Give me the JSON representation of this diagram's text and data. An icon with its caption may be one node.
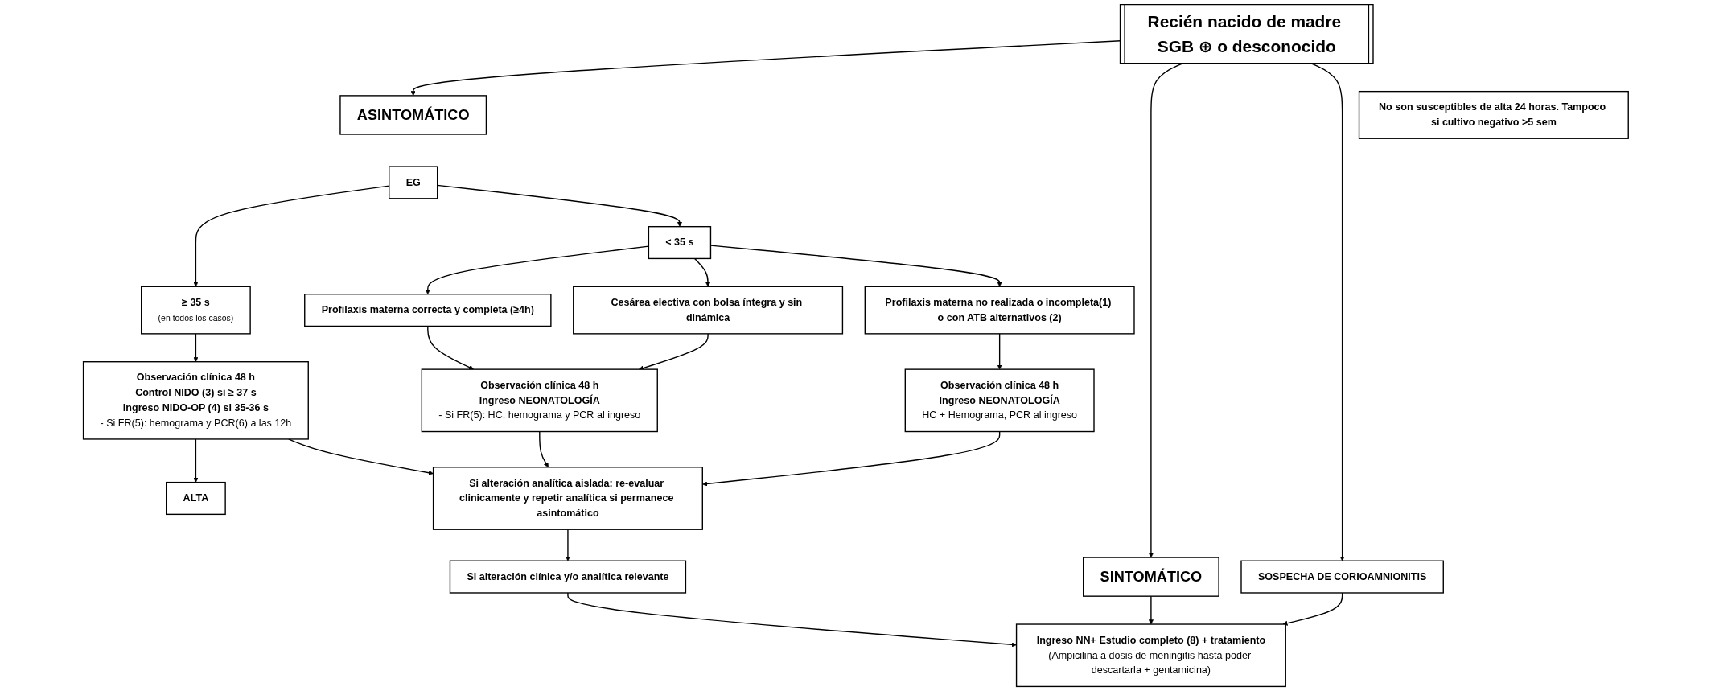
{
  "diagram": {
    "nodes": [
      {
        "text": [
          "Recién nacido de madre SGB ⊕ o desconocido"
        ]
      },
      {
        "text": [
          "No son susceptibles de alta 24 horas. Tampoco si cultivo negativo >5 sem"
        ]
      },
      {
        "text": [
          "ASINTOMÁTICO"
        ]
      },
      {
        "text": [
          "SINTOMÁTICO"
        ]
      },
      {
        "text": [
          "≥ 35 s",
          "(en todos los casos)"
        ]
      },
      {
        "text": [
          "EG"
        ]
      },
      {
        "text": [
          "< 35 s"
        ]
      },
      {
        "text": [
          "Profilaxis materna correcta y completa (≥4h)"
        ]
      },
      {
        "text": [
          "Cesárea electiva con bolsa íntegra y sin dinámica"
        ]
      },
      {
        "text": [
          "Profilaxis materna no realizada o incompleta(1) o con ATB alternativos (2)"
        ]
      },
      {
        "text": [
          "SOSPECHA DE CORIOAMNIONITIS"
        ]
      },
      {
        "text": [
          "Observación clínica 48 h",
          "Control NIDO (3) si ≥ 37 s",
          "Ingreso NIDO-OP (4) si 35-36 s",
          "- Si FR(5): hemograma y PCR(6) a las 12h"
        ]
      },
      {
        "text": [
          "Observación clínica 48 h",
          "Ingreso NEONATOLOGÍA",
          "- Si FR(5): HC, hemograma y PCR al ingreso"
        ]
      },
      {
        "text": [
          "Observación clínica 48 h",
          "Ingreso NEONATOLOGÍA",
          "HC + Hemograma, PCR al ingreso"
        ]
      },
      {
        "text": [
          "ALTA"
        ]
      },
      {
        "text": [
          "Si alteración analítica aislada: re-evaluar clinicamente y repetir analítica si permanece asintomático"
        ]
      },
      {
        "text": [
          "Ingreso NN+ Estudio completo (8) + tratamiento",
          "(Ampicilina a dosis de meningitis hasta poder descartarla + gentamicina)"
        ]
      },
      {
        "text": [
          "Si alteración clínica y/o analítica relevante"
        ]
      }
    ],
    "edges": [
      {
        "from": 0,
        "to": 2,
        "arrow": "to"
      },
      {
        "from": 0,
        "to": 3,
        "arrow": "to"
      },
      {
        "from": 0,
        "to": 10,
        "arrow": "to"
      },
      {
        "from": 5,
        "to": 4,
        "arrow": "to"
      },
      {
        "from": 5,
        "to": 6,
        "arrow": "to"
      },
      {
        "from": 6,
        "to": 7,
        "arrow": "to"
      },
      {
        "from": 6,
        "to": 8,
        "arrow": "to"
      },
      {
        "from": 6,
        "to": 9,
        "arrow": "to"
      },
      {
        "from": 4,
        "to": 11,
        "arrow": "to"
      },
      {
        "from": 7,
        "to": 12,
        "arrow": "to"
      },
      {
        "from": 8,
        "to": 12,
        "arrow": "to"
      },
      {
        "from": 9,
        "to": 13,
        "arrow": "to"
      },
      {
        "from": 11,
        "to": 14,
        "arrow": "to"
      },
      {
        "from": 11,
        "to": 15,
        "arrow": "to"
      },
      {
        "from": 12,
        "to": 15,
        "arrow": "to"
      },
      {
        "from": 13,
        "to": 15,
        "arrow": "to"
      },
      {
        "from": 3,
        "to": 16,
        "arrow": "to"
      },
      {
        "from": 10,
        "to": 16,
        "arrow": "to"
      },
      {
        "from": 15,
        "to": 17,
        "arrow": "to"
      },
      {
        "from": 17,
        "to": 16,
        "arrow": "to"
      }
    ]
  }
}
